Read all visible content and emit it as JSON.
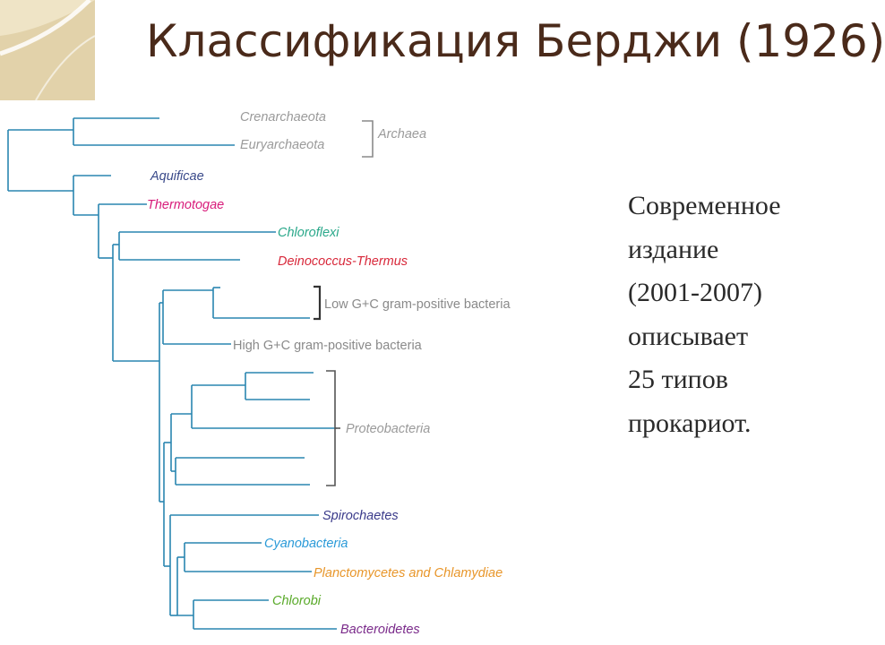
{
  "slide": {
    "title": "Классификация Берджи (1926)",
    "side_text_lines": [
      "Современное",
      "издание",
      "(2001-2007)",
      "описывает",
      "25 типов",
      "прокариот."
    ]
  },
  "tree": {
    "taxa": [
      {
        "name": "Crenarchaeota",
        "color": "#9a9a9a",
        "group": "Archaea"
      },
      {
        "name": "Euryarchaeota",
        "color": "#9a9a9a",
        "group": "Archaea"
      },
      {
        "name": "Aquificae",
        "color": "#3a4a8a"
      },
      {
        "name": "Thermotogae",
        "color": "#d81b7a"
      },
      {
        "name": "Chloroflexi",
        "color": "#2aa88a"
      },
      {
        "name": "Deinococcus-Thermus",
        "color": "#d8283a"
      },
      {
        "name": "Low G+C gram-positive bacteria",
        "color": "#8a8a8a"
      },
      {
        "name": "High G+C gram-positive bacteria",
        "color": "#8a8a8a"
      },
      {
        "name": "Proteobacteria",
        "color": "#9a9a9a"
      },
      {
        "name": "Spirochaetes",
        "color": "#3a3a8a"
      },
      {
        "name": "Cyanobacteria",
        "color": "#2a9ad8"
      },
      {
        "name": "Planctomycetes and Chlamydiae",
        "color": "#e8962a"
      },
      {
        "name": "Chlorobi",
        "color": "#5aaa2a"
      },
      {
        "name": "Bacteroidetes",
        "color": "#7a2a8a"
      }
    ],
    "groups": {
      "archaea": "Archaea"
    },
    "branch_color": "#2a86b0",
    "bracket_color": "#8a8a8a"
  }
}
